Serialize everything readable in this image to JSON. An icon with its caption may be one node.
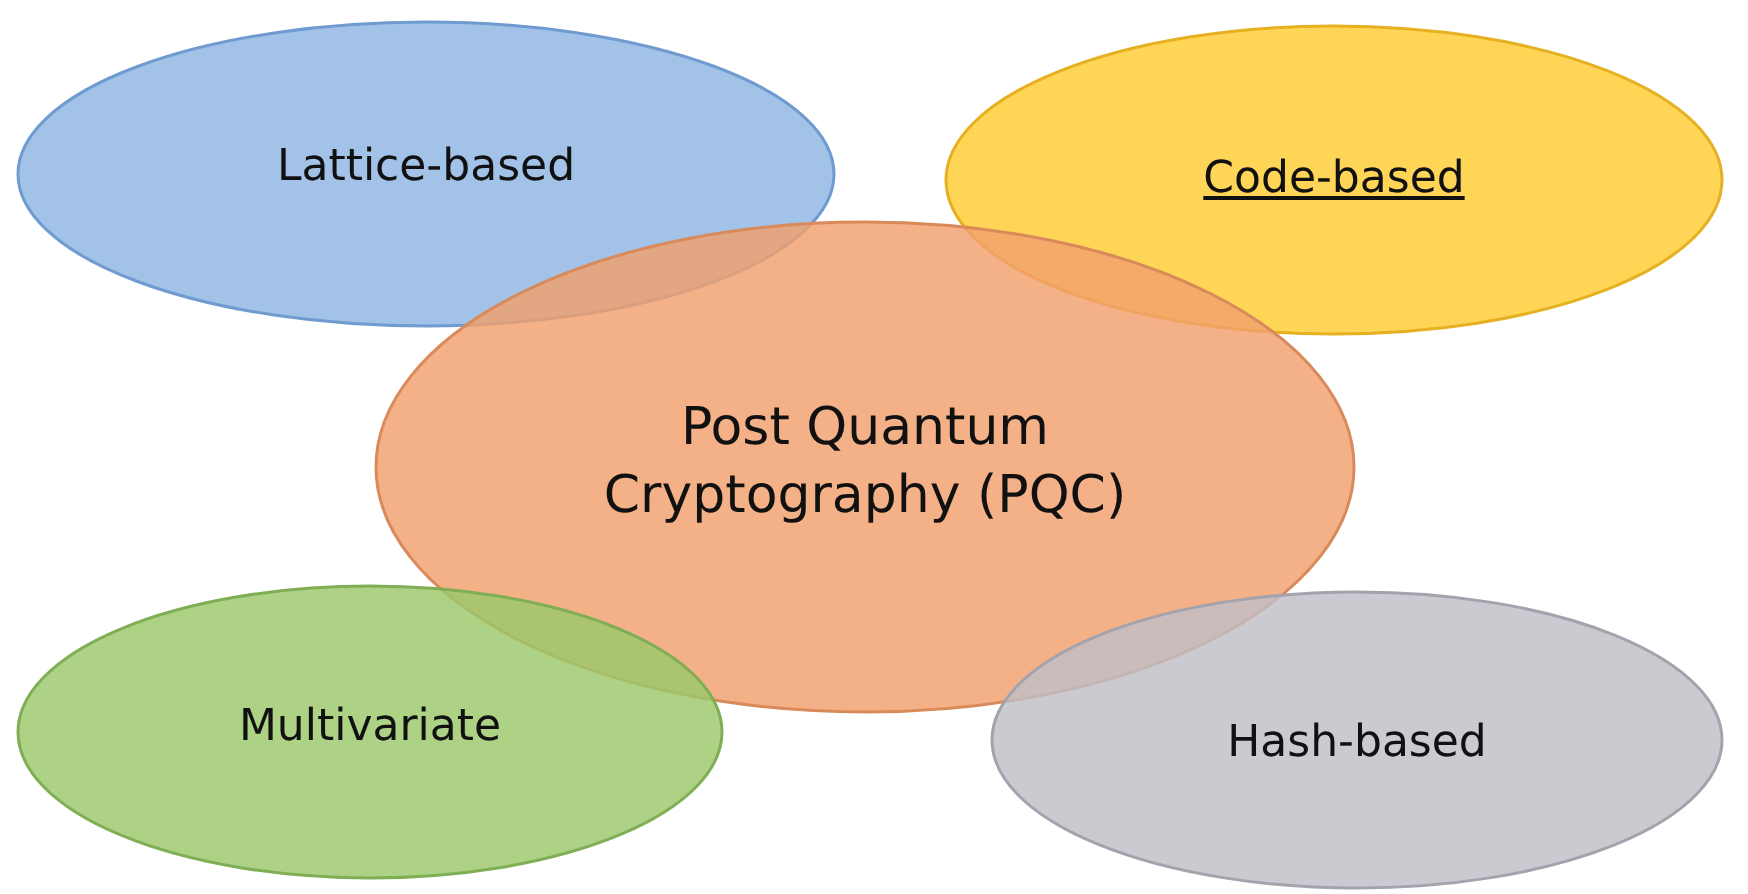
{
  "diagram": {
    "nodes": [
      {
        "text": [
          "Lattice-based"
        ]
      },
      {
        "text": [
          "Code-based"
        ]
      },
      {
        "text": [
          "Post Quantum Cryptography (PQC)"
        ]
      },
      {
        "text": [
          "Multivariate"
        ]
      },
      {
        "text": [
          "Hash-based"
        ]
      }
    ]
  }
}
